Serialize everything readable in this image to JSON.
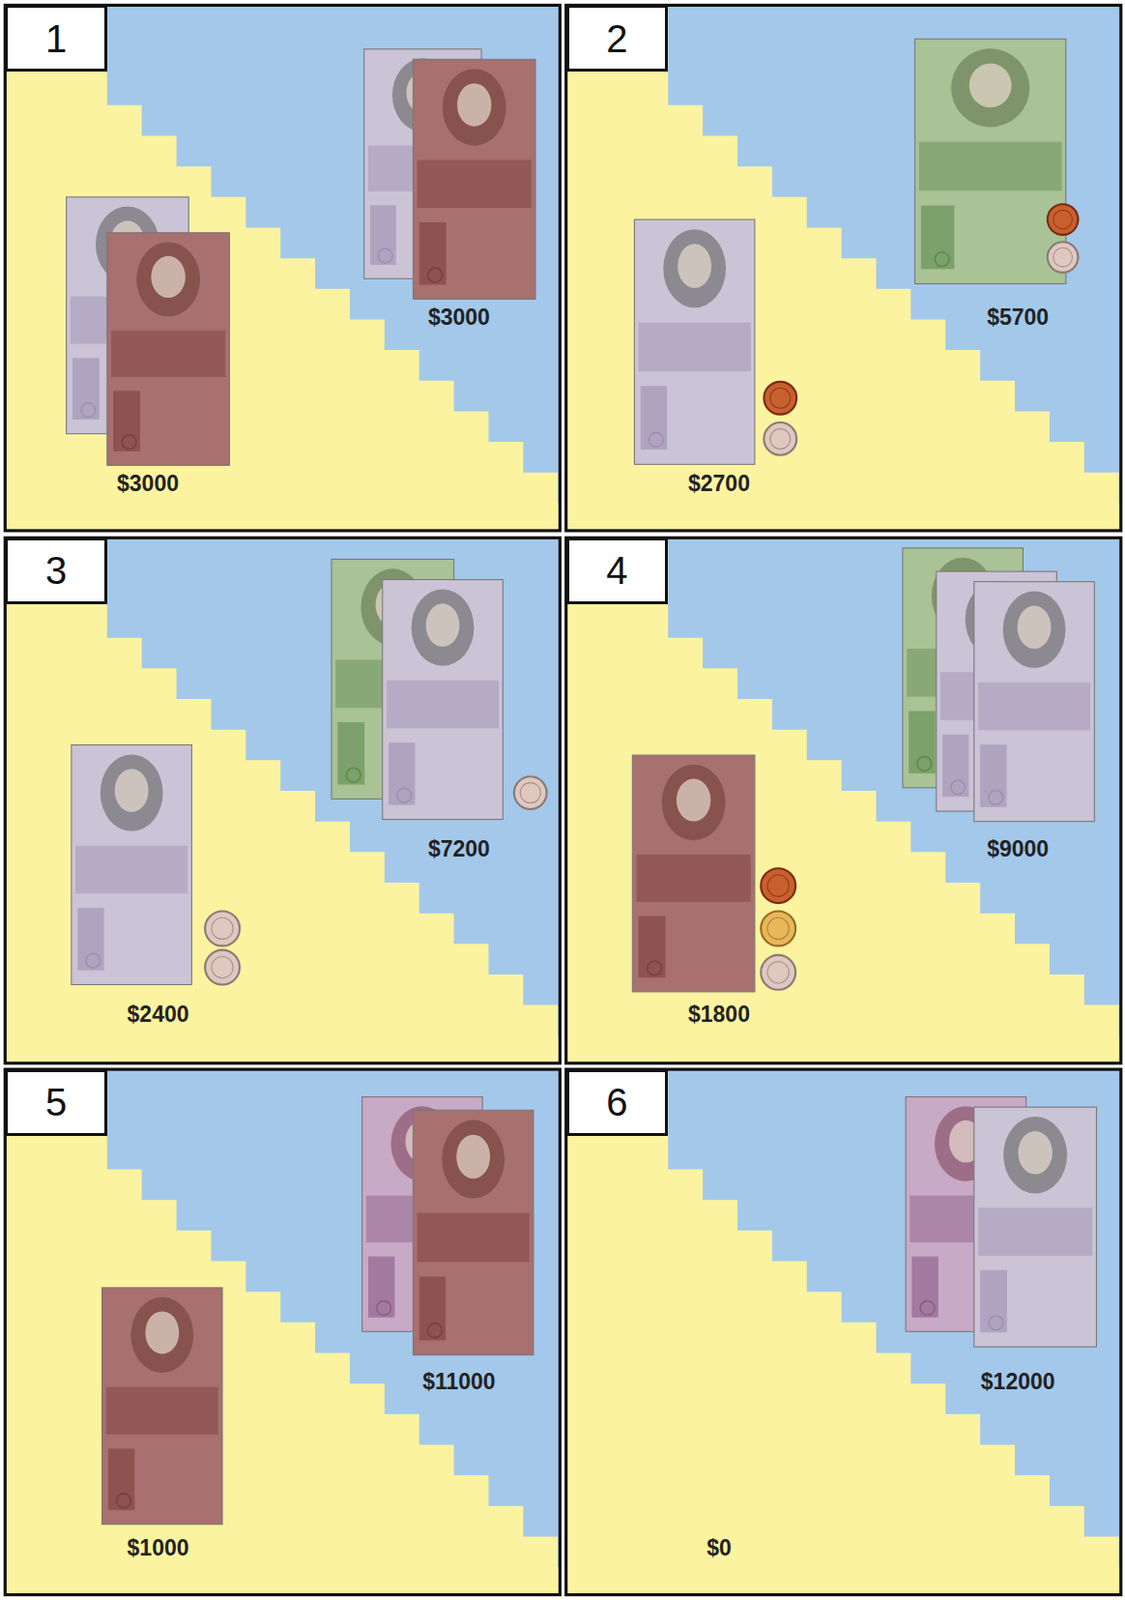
{
  "diagram": {
    "nodes": [
      {
        "text": [
          "1"
        ]
      },
      {
        "text": [
          "2"
        ]
      },
      {
        "text": [
          "3"
        ]
      },
      {
        "text": [
          "4"
        ]
      },
      {
        "text": [
          "5"
        ]
      },
      {
        "text": [
          "6"
        ]
      }
    ],
    "labels": [
      "$3000",
      "$3000",
      "$2700",
      "$5700",
      "$2400",
      "$7200",
      "$1800",
      "$9000",
      "$1000",
      "$11000",
      "$0",
      "$12000"
    ]
  }
}
